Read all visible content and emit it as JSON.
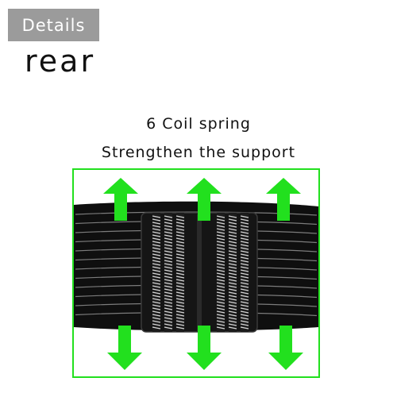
{
  "badge": {
    "label": "Details"
  },
  "heading": {
    "text": "rear"
  },
  "captions": {
    "line1": "6 Coil spring",
    "line2": "Strengthen the support"
  },
  "colors": {
    "badge_bg": "#9b9b9b",
    "accent_green": "#22e01e",
    "belt": "#101010",
    "stripe": "#7a7a7a",
    "coil": "#d8d8d8"
  },
  "figure": {
    "coil_spring_count": 6,
    "arrows_up": 3,
    "arrows_down": 3
  }
}
